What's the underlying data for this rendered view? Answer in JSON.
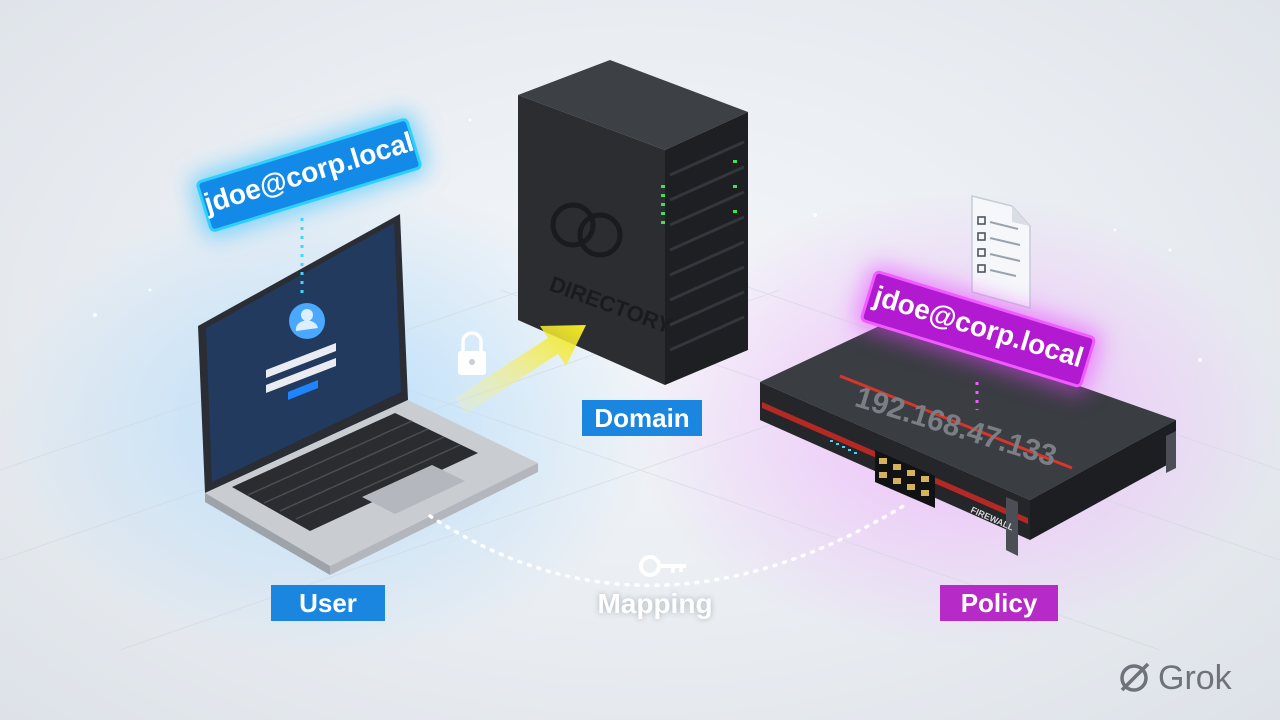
{
  "labels": {
    "domain": "Domain",
    "user": "User",
    "policy": "Policy",
    "mapping": "Mapping"
  },
  "tags": {
    "user_identity": "jdoe@corp.local",
    "policy_identity": "jdoe@corp.local",
    "old_ip_struck": "192.168.47.133"
  },
  "devices": {
    "server_logo_text": "DIRECTORY",
    "firewall_text": "FIREWALL"
  },
  "brand": {
    "name": "Grok"
  },
  "colors": {
    "user_accent": "#1a86e0",
    "policy_accent": "#b62bc7",
    "arrow": "#f2e81a",
    "strike": "#d9362b"
  },
  "icons": [
    "lock-icon",
    "key-icon",
    "document-checklist-icon",
    "user-avatar-icon",
    "grok-logo-icon"
  ]
}
